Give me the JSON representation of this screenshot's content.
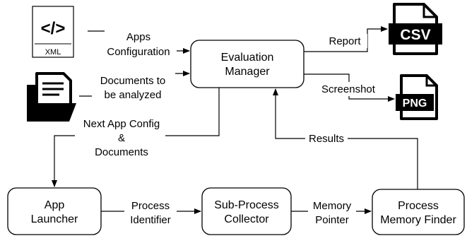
{
  "nodes": {
    "evaluation_manager": [
      "Evaluation",
      "Manager"
    ],
    "app_launcher": [
      "App",
      "Launcher"
    ],
    "sub_process_collector": [
      "Sub-Process",
      "Collector"
    ],
    "process_memory_finder": [
      "Process",
      "Memory Finder"
    ]
  },
  "edges": {
    "apps_configuration": [
      "Apps",
      "Configuration"
    ],
    "documents_to_analyze": [
      "Documents to",
      "be analyzed"
    ],
    "report": "Report",
    "screenshot": "Screenshot",
    "next_app_config": [
      "Next App Config",
      "&",
      "Documents"
    ],
    "results": "Results",
    "process_identifier": [
      "Process",
      "Identifier"
    ],
    "memory_pointer": [
      "Memory",
      "Pointer"
    ]
  },
  "icons": {
    "xml_file": {
      "icon": "xml-file-icon",
      "code_glyph": "</>",
      "caption": "XML"
    },
    "documents_folder": {
      "icon": "documents-folder-icon"
    },
    "csv_file": {
      "icon": "csv-file-icon",
      "caption": "CSV"
    },
    "png_file": {
      "icon": "png-file-icon",
      "caption": "PNG"
    }
  }
}
